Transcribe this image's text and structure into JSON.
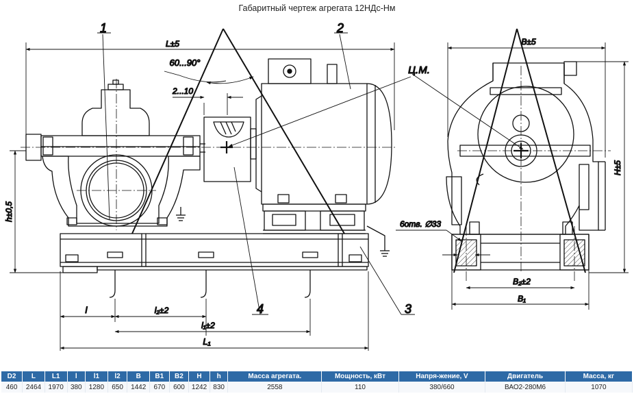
{
  "title": "Габаритный чертеж агрегата 12НДс-Нм",
  "drawing": {
    "callouts": {
      "pump": "1",
      "motor": "2",
      "frame": "3",
      "coupling_guard": "4"
    },
    "center_of_mass": "Ц.М.",
    "dimensions": {
      "L": "L±5",
      "angle": "60...90°",
      "gap": "2...10",
      "h": "h±0,5",
      "l": "l",
      "l2": "l₂±2",
      "l1_tol": "l₁±2",
      "L1": "L₁",
      "B": "B±5",
      "H": "H±5",
      "holes": "6отв. ∅33",
      "B2": "B₂±2",
      "B1": "B₁"
    }
  },
  "table": {
    "headers": [
      "D2",
      "L",
      "L1",
      "l",
      "l1",
      "l2",
      "B",
      "B1",
      "B2",
      "H",
      "h",
      "Масса агрегата.",
      "Мощность, кВт",
      "Напря-жение, V",
      "Двигатель",
      "Масса, кг"
    ],
    "rows": [
      [
        "460",
        "2464",
        "1970",
        "380",
        "1280",
        "650",
        "1442",
        "670",
        "600",
        "1242",
        "830",
        "2558",
        "110",
        "380/660",
        "ВАО2-280М6",
        "1070"
      ]
    ]
  }
}
